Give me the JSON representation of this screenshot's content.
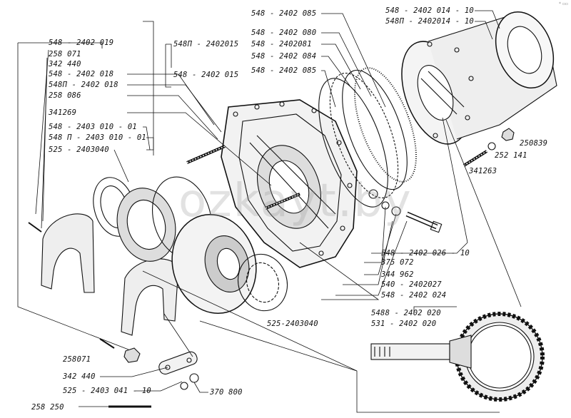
{
  "watermark": "ozkayt.by",
  "corner_mark": "* ▫▫",
  "labels": {
    "l_548_2402019": "548 - 2402 019",
    "l_258071_top": "258 071",
    "l_342440_top": "342 440",
    "l_548_2402018": "548 - 2402 018",
    "l_548p_2402018": "548П - 2402 018",
    "l_258086": "258 086",
    "l_341269": "341269",
    "l_548_2403010_01": "548 - 2403 010 - 01",
    "l_548p_2403010_01": "548 П - 2403 010 - 01",
    "l_525_2403040_top": "525 - 2403040",
    "l_548p_2402015": "548П - 2402015",
    "l_548_2402015": "548 - 2402 015",
    "l_548_2402085_top": "548 - 2402 085",
    "l_548_2402080": "548 - 2402 080",
    "l_548_2402081": "548 - 2402081",
    "l_548_2402084": "548 - 2402 084",
    "l_548_2402085_b": "548 - 2402 085",
    "l_548_2402014_10": "548 - 2402 014 - 10",
    "l_548p_2402014_10": "548П - 2402014 - 10",
    "l_250839": "250839",
    "l_252141": "252 141",
    "l_341263": "341263",
    "l_548_2402026_10": "548 - 2402 026 - 10",
    "l_375072": "375 072",
    "l_344962": "344 962",
    "l_540_2402027": "540 - 2402027",
    "l_548_2402024": "548 - 2402 024",
    "l_525_2403040_b": "525-2403040",
    "l_5488_2402020": "5488 - 2402 020",
    "l_531_2402020": "531 - 2402 020",
    "l_258071_b": "258071",
    "l_342440_b": "342 440",
    "l_525_2403041_10": "525 - 2403 041 - 10",
    "l_370800": "370 800",
    "l_258250": "258 250"
  }
}
